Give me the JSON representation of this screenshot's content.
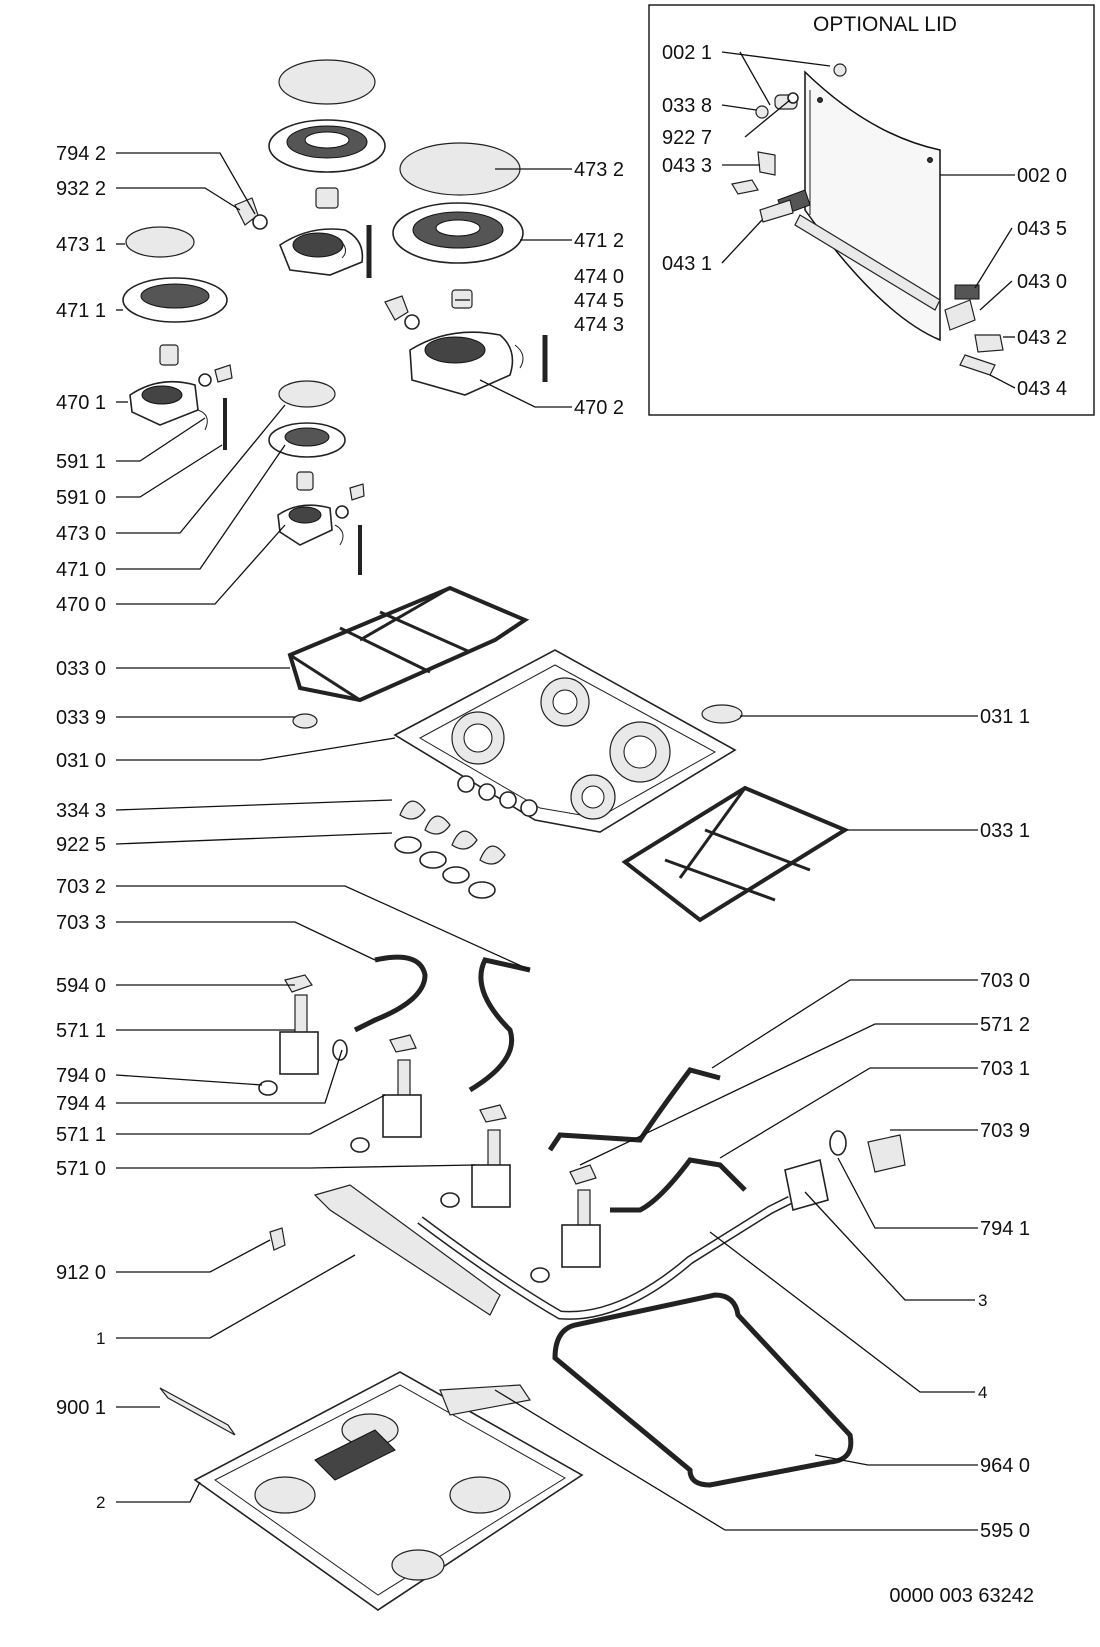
{
  "diagram": {
    "optional_lid_title": "OPTIONAL LID",
    "document_number": "0000 003 63242",
    "labels": {
      "l_7942": "794 2",
      "l_9322": "932 2",
      "l_4731": "473 1",
      "l_4711": "471 1",
      "l_4701": "470 1",
      "l_5911": "591 1",
      "l_5910": "591 0",
      "l_4730": "473 0",
      "l_4710": "471 0",
      "l_4700": "470 0",
      "l_4732": "473 2",
      "l_4712": "471 2",
      "l_4740": "474 0",
      "l_4745": "474 5",
      "l_4743": "474 3",
      "l_4702": "470 2",
      "l_0330": "033 0",
      "l_0339": "033 9",
      "l_0310": "031 0",
      "l_3343": "334 3",
      "l_9225": "922 5",
      "l_7032": "703 2",
      "l_7033": "703 3",
      "l_5940": "594 0",
      "l_5711a": "571 1",
      "l_7940": "794 0",
      "l_7944": "794 4",
      "l_5711b": "571 1",
      "l_5710": "571 0",
      "l_9120": "912 0",
      "l_1": "1",
      "l_9001": "900 1",
      "l_2": "2",
      "l_0311": "031 1",
      "l_0331": "033 1",
      "l_7030": "703 0",
      "l_5712": "571 2",
      "l_7031": "703 1",
      "l_7039": "703 9",
      "l_7941": "794 1",
      "l_3": "3",
      "l_4": "4",
      "l_9640": "964 0",
      "l_5950": "595 0",
      "l_0021": "002 1",
      "l_0338": "033 8",
      "l_9227": "922 7",
      "l_0433": "043 3",
      "l_0431": "043 1",
      "l_0020": "002 0",
      "l_0435": "043 5",
      "l_0430": "043 0",
      "l_0432": "043 2",
      "l_0434": "043 4"
    }
  }
}
